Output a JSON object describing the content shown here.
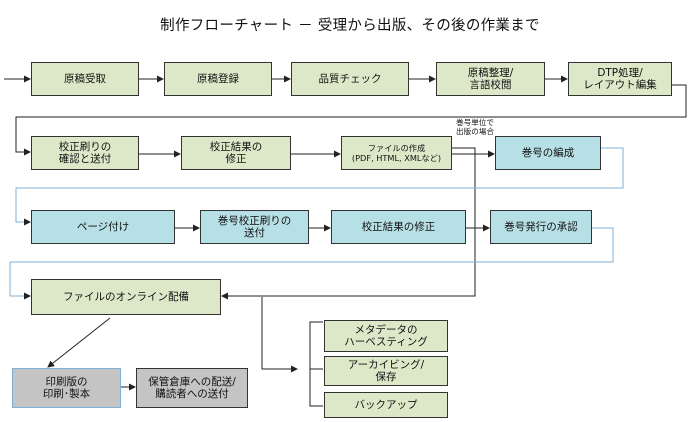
{
  "title": "制作フローチャート － 受理から出版、その後の作業まで",
  "nodes": {
    "genkou_juryo": "原稿受取",
    "genkou_touroku": "原稿登録",
    "hinshitsu_check": "品質チェック",
    "genkou_seiri": "原稿整理/\n言語校閲",
    "dtp": "DTP処理/\nレイアウト編集",
    "kousei_kakunin": "校正刷りの\n確認と送付",
    "kousei_kekka_1": "校正結果の\n修正",
    "file_sakusei": "ファイルの作成\n(PDF, HTML, XMLなど)",
    "kangou_hensei": "巻号の編成",
    "page_tsuke": "ページ付け",
    "kangou_kousei": "巻号校正刷りの\n送付",
    "kousei_kekka_2": "校正結果の修正",
    "kangou_shounin": "巻号発行の承認",
    "online_haibi": "ファイルのオンライン配備",
    "metadata": "メタデータの\nハーベスティング",
    "archiving": "アーカイビング/\n保存",
    "backup": "バックアップ",
    "insatsu": "印刷版の\n印刷･製本",
    "haisou": "保管倉庫への配送/\n購読者への送付"
  },
  "annotation": "巻号単位で\n出版の場合",
  "colors": {
    "green": "#dde8c9",
    "blue": "#b7e0e6",
    "gray": "#c4c4c4",
    "line_dark": "#222222",
    "line_blue": "#7fb0d8"
  }
}
